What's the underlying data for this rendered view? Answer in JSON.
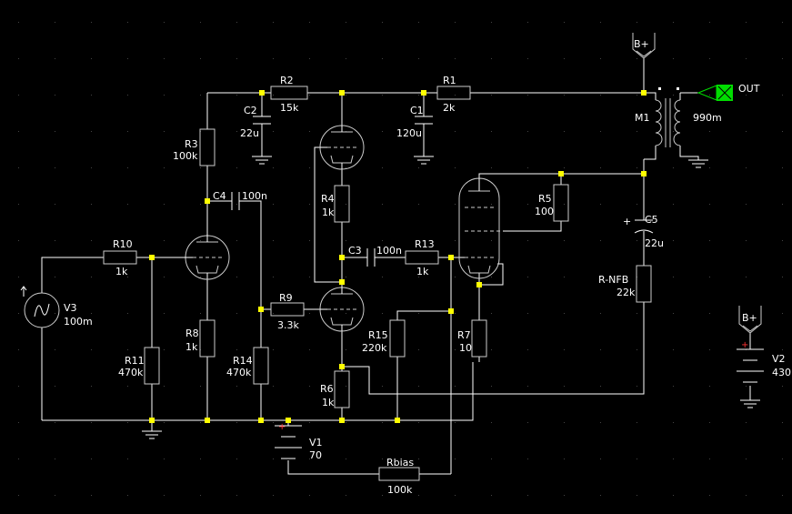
{
  "colors": {
    "background": "#000000",
    "wire": "#ffffff",
    "component": "#cccccc",
    "junction": "#ffff00",
    "output_marker": "#00dd00",
    "polarity": "#ff3333"
  },
  "components": {
    "R1": {
      "name": "R1",
      "value": "2k"
    },
    "R2": {
      "name": "R2",
      "value": "15k"
    },
    "R3": {
      "name": "R3",
      "value": "100k"
    },
    "R4": {
      "name": "R4",
      "value": "1k"
    },
    "R5": {
      "name": "R5",
      "value": "100"
    },
    "R6": {
      "name": "R6",
      "value": "1k"
    },
    "R7": {
      "name": "R7",
      "value": "10"
    },
    "R8": {
      "name": "R8",
      "value": "1k"
    },
    "R9": {
      "name": "R9",
      "value": "3.3k"
    },
    "R10": {
      "name": "R10",
      "value": "1k"
    },
    "R11": {
      "name": "R11",
      "value": "470k"
    },
    "R13": {
      "name": "R13",
      "value": "1k"
    },
    "R14": {
      "name": "R14",
      "value": "470k"
    },
    "R15": {
      "name": "R15",
      "value": "220k"
    },
    "RNFB": {
      "name": "R-NFB",
      "value": "22k"
    },
    "Rbias": {
      "name": "Rbias",
      "value": "100k"
    },
    "C1": {
      "name": "C1",
      "value": "120u"
    },
    "C2": {
      "name": "C2",
      "value": "22u"
    },
    "C3": {
      "name": "C3",
      "value": "100n"
    },
    "C4": {
      "name": "C4",
      "value": "100n"
    },
    "C5": {
      "name": "C5",
      "value": "22u"
    },
    "M1": {
      "name": "M1",
      "value": "990m"
    },
    "V1": {
      "name": "V1",
      "value": "70"
    },
    "V2": {
      "name": "V2",
      "value": "430"
    },
    "V3": {
      "name": "V3",
      "value": "100m"
    },
    "Bplus1": {
      "name": "B+"
    },
    "Bplus2": {
      "name": "B+"
    },
    "OUT": {
      "name": "OUT"
    }
  }
}
